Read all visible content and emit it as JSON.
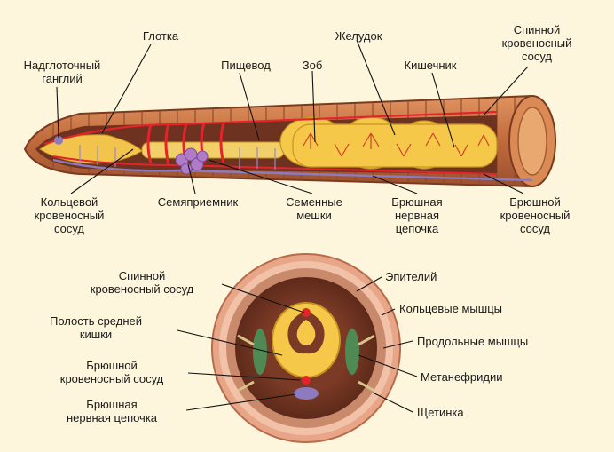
{
  "colors": {
    "background": "#fdf6dc",
    "body_wall": "#c9784a",
    "body_wall_dark": "#8a4a2a",
    "intestine": "#f5c84a",
    "blood_vessel": "#e4232b",
    "nerve_cord": "#8c7bbf",
    "seminal_receptacle": "#b07cc8",
    "metanephridia": "#4f8a55",
    "epithelium": "#f2c2a8"
  },
  "top_labels": {
    "pharynx": "Глотка",
    "ganglion": "Надглоточный\nганглий",
    "esophagus": "Пищевод",
    "crop": "Зоб",
    "stomach": "Желудок",
    "intestine": "Кишечник",
    "dorsal_vessel": "Спинной\nкровеносный\nсосуд",
    "ring_vessel": "Кольцевой\nкровеносный\nсосуд",
    "seminal_receptacle": "Семяприемник",
    "seminal_sacs": "Семенные\nмешки",
    "nerve_cord": "Брюшная\nнервная\nцепочка",
    "ventral_vessel": "Брюшной\nкровеносный\nсосуд"
  },
  "bottom_labels": {
    "dorsal_vessel": "Спинной\nкровеносный сосуд",
    "gut_cavity": "Полость средней\nкишки",
    "ventral_vessel": "Брюшной\nкровеносный сосуд",
    "nerve_cord": "Брюшная\nнервная цепочка",
    "epithelium": "Эпителий",
    "circular_muscles": "Кольцевые мышцы",
    "longitudinal_muscles": "Продольные мышцы",
    "metanephridia": "Метанефридии",
    "setae": "Щетинка"
  }
}
